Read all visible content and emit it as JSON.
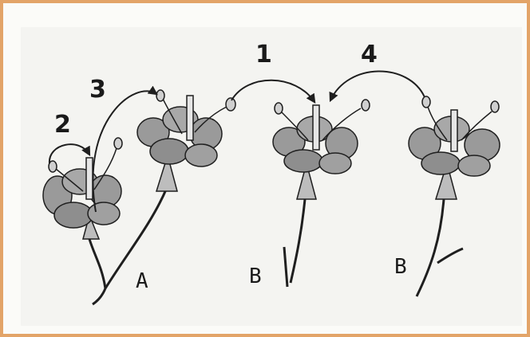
{
  "labels": {
    "n1": "1",
    "n2": "2",
    "n3": "3",
    "n4": "4",
    "flowerA": "A",
    "flowerB1": "B",
    "flowerB2": "B"
  },
  "colors": {
    "frame": "#e3a468",
    "ink": "#1f1f1f",
    "petal": "#9a9a9a"
  }
}
